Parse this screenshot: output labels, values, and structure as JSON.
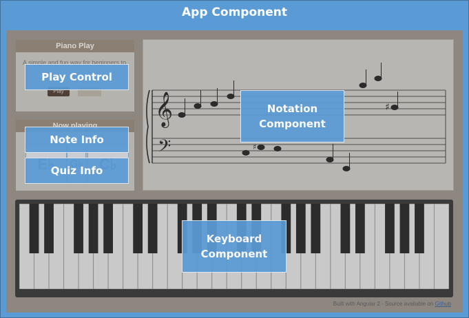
{
  "diagram": {
    "app_label": "App Component",
    "play_control_label": "Play Control",
    "note_info_label": "Note Info",
    "quiz_info_label": "Quiz Info",
    "notation_label_line1": "Notation",
    "notation_label_line2": "Component",
    "keyboard_label_line1": "Keyboard",
    "keyboard_label_line2": "Component"
  },
  "background_ui": {
    "piano_play_title": "Piano Play",
    "piano_play_desc": "A simple and fun way for beginners to",
    "play_button": "Play",
    "now_playing_title": "Now playing",
    "note_e_flat": "E♭",
    "note_g_flat": "G♭",
    "note_c_flat": "C♭",
    "footer_text": "Built with Angular 2 - Source available on ",
    "footer_link": "Github"
  },
  "colors": {
    "label_blue": "#5b9bd5",
    "page_brown": "#8e8780",
    "panel_header": "#8b7f74"
  }
}
